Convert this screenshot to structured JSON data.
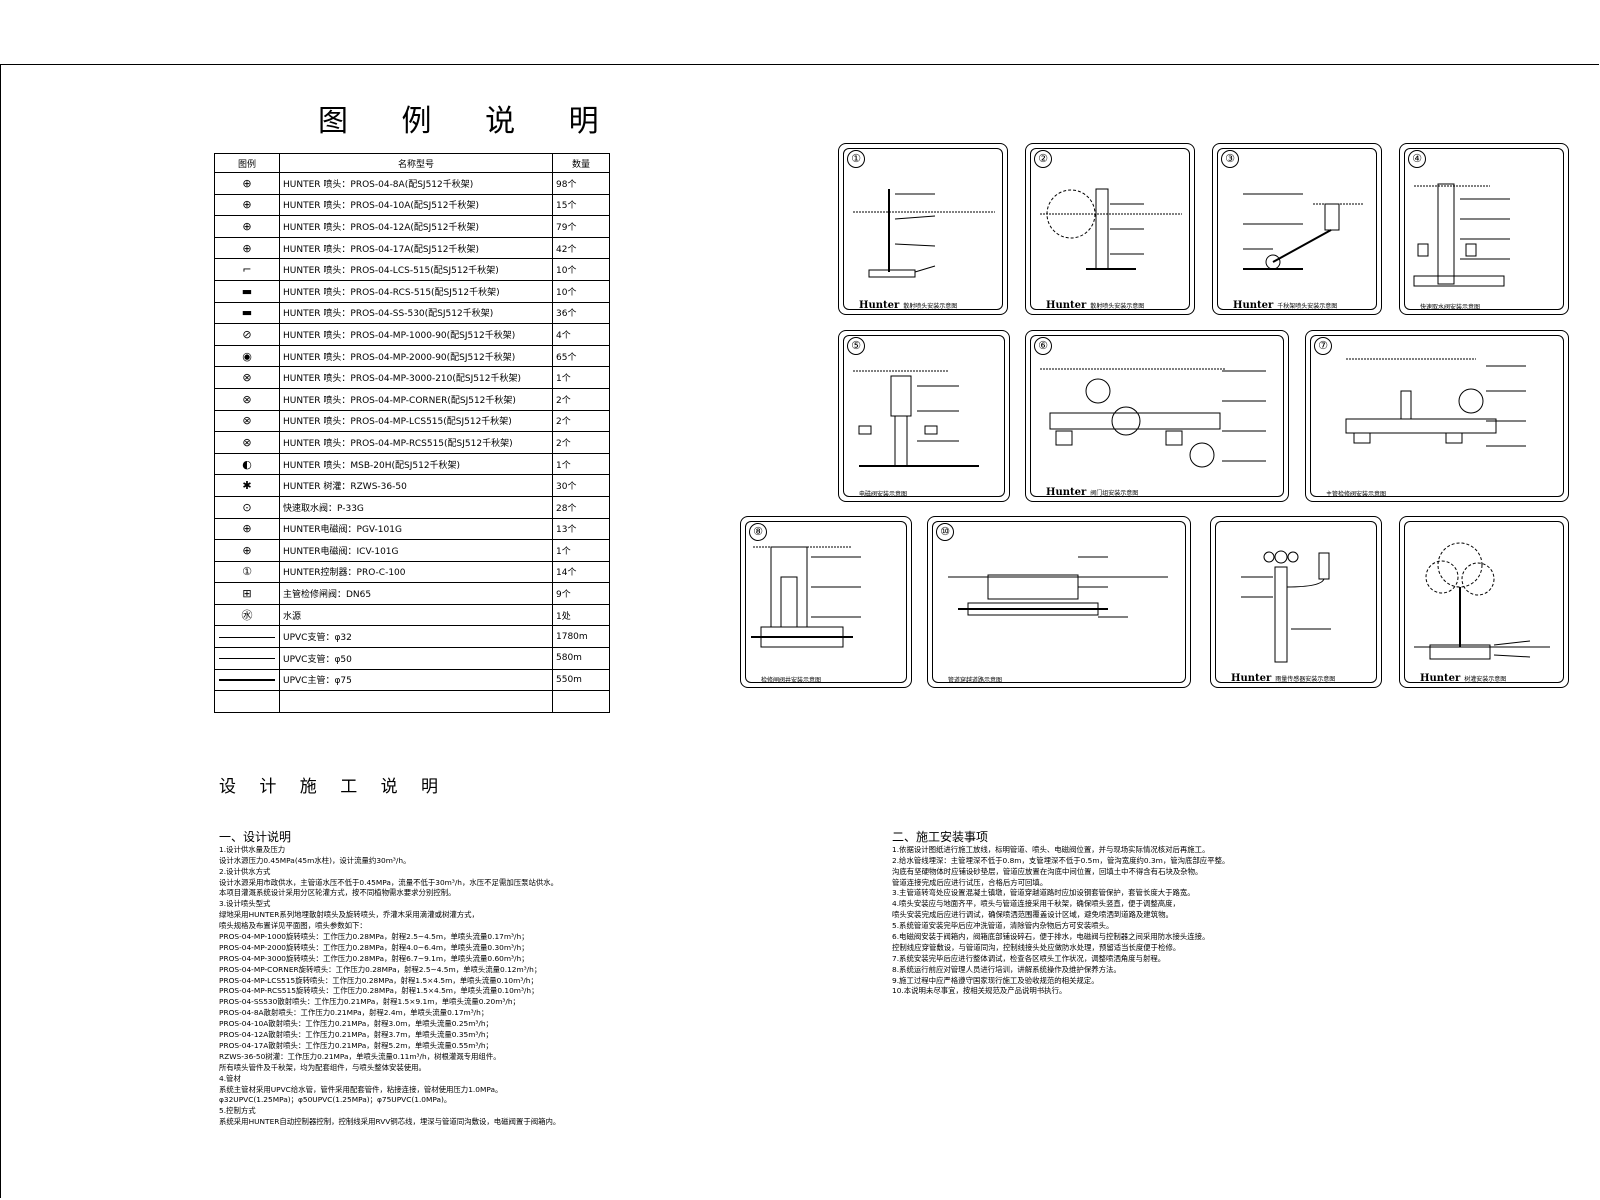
{
  "title": "图 例 说 明",
  "legend": {
    "headers": [
      "图例",
      "名称型号",
      "数量"
    ],
    "rows": [
      {
        "symbol": "⊕",
        "name": "HUNTER 喷头：PROS-04-8A(配SJ512千秋架)",
        "qty": "98个"
      },
      {
        "symbol": "⊕",
        "name": "HUNTER 喷头：PROS-04-10A(配SJ512千秋架)",
        "qty": "15个"
      },
      {
        "symbol": "⊕",
        "name": "HUNTER 喷头：PROS-04-12A(配SJ512千秋架)",
        "qty": "79个"
      },
      {
        "symbol": "⊕",
        "name": "HUNTER 喷头：PROS-04-17A(配SJ512千秋架)",
        "qty": "42个"
      },
      {
        "symbol": "⌐",
        "name": "HUNTER 喷头：PROS-04-LCS-515(配SJ512千秋架)",
        "qty": "10个"
      },
      {
        "symbol": "▬",
        "name": "HUNTER 喷头：PROS-04-RCS-515(配SJ512千秋架)",
        "qty": "10个"
      },
      {
        "symbol": "▬",
        "name": "HUNTER 喷头：PROS-04-SS-530(配SJ512千秋架)",
        "qty": "36个"
      },
      {
        "symbol": "⊘",
        "name": "HUNTER 喷头：PROS-04-MP-1000-90(配SJ512千秋架)",
        "qty": "4个"
      },
      {
        "symbol": "◉",
        "name": "HUNTER 喷头：PROS-04-MP-2000-90(配SJ512千秋架)",
        "qty": "65个"
      },
      {
        "symbol": "⊗",
        "name": "HUNTER 喷头：PROS-04-MP-3000-210(配SJ512千秋架)",
        "qty": "1个"
      },
      {
        "symbol": "⊗",
        "name": "HUNTER 喷头：PROS-04-MP-CORNER(配SJ512千秋架)",
        "qty": "2个"
      },
      {
        "symbol": "⊗",
        "name": "HUNTER 喷头：PROS-04-MP-LCS515(配SJ512千秋架)",
        "qty": "2个"
      },
      {
        "symbol": "⊗",
        "name": "HUNTER 喷头：PROS-04-MP-RCS515(配SJ512千秋架)",
        "qty": "2个"
      },
      {
        "symbol": "◐",
        "name": "HUNTER 喷头：MSB-20H(配SJ512千秋架)",
        "qty": "1个"
      },
      {
        "symbol": "✱",
        "name": "HUNTER 树灌：RZWS-36-50",
        "qty": "30个"
      },
      {
        "symbol": "⊙",
        "name": "快速取水阀：P-33G",
        "qty": "28个"
      },
      {
        "symbol": "⊕",
        "name": "HUNTER电磁阀：PGV-101G",
        "qty": "13个"
      },
      {
        "symbol": "⊕",
        "name": "HUNTER电磁阀：ICV-101G",
        "qty": "1个"
      },
      {
        "symbol": "①",
        "name": "HUNTER控制器：PRO-C-100",
        "qty": "14个"
      },
      {
        "symbol": "⊞",
        "name": "主管检修闸阀：DN65",
        "qty": "9个"
      },
      {
        "symbol": "㊌",
        "name": "水源",
        "qty": "1处"
      },
      {
        "symbol": "line",
        "name": "UPVC支管：φ32",
        "qty": "1780m"
      },
      {
        "symbol": "line",
        "name": "UPVC支管：φ50",
        "qty": "580m"
      },
      {
        "symbol": "thick",
        "name": "UPVC主管：φ75",
        "qty": "550m"
      },
      {
        "symbol": "",
        "name": "",
        "qty": ""
      }
    ]
  },
  "subtitle": "设 计 施 工 说 明",
  "design_notes": {
    "heading": "一、设计说明",
    "lines": [
      "1.设计供水量及压力",
      "设计水源压力0.45MPa(45m水柱)，设计流量约30m³/h。",
      "2.设计供水方式",
      "设计水源采用市政供水，主管道水压不低于0.45MPa，流量不低于30m³/h，水压不足需加压泵站供水。",
      "本项目灌溉系统设计采用分区轮灌方式，按不同植物需水要求分别控制。",
      "3.设计喷头型式",
      "绿地采用HUNTER系列地埋散射喷头及旋转喷头，乔灌木采用滴灌或树灌方式，",
      "喷头规格及布置详见平面图，喷头参数如下：",
      "PROS-04-MP-1000旋转喷头：工作压力0.28MPa，射程2.5~4.5m，单喷头流量0.17m³/h；",
      "PROS-04-MP-2000旋转喷头：工作压力0.28MPa，射程4.0~6.4m，单喷头流量0.30m³/h；",
      "PROS-04-MP-3000旋转喷头：工作压力0.28MPa，射程6.7~9.1m，单喷头流量0.60m³/h；",
      "PROS-04-MP-CORNER旋转喷头：工作压力0.28MPa，射程2.5~4.5m，单喷头流量0.12m³/h；",
      "PROS-04-MP-LCS515旋转喷头：工作压力0.28MPa，射程1.5×4.5m，单喷头流量0.10m³/h；",
      "PROS-04-MP-RCS515旋转喷头：工作压力0.28MPa，射程1.5×4.5m，单喷头流量0.10m³/h；",
      "PROS-04-SS530散射喷头：工作压力0.21MPa，射程1.5×9.1m，单喷头流量0.20m³/h；",
      "PROS-04-8A散射喷头：工作压力0.21MPa，射程2.4m，单喷头流量0.17m³/h；",
      "PROS-04-10A散射喷头：工作压力0.21MPa，射程3.0m，单喷头流量0.25m³/h；",
      "PROS-04-12A散射喷头：工作压力0.21MPa，射程3.7m，单喷头流量0.35m³/h；",
      "PROS-04-17A散射喷头：工作压力0.21MPa，射程5.2m，单喷头流量0.55m³/h；",
      "RZWS-36-50树灌：工作压力0.21MPa，单喷头流量0.11m³/h，树根灌溉专用组件。",
      "所有喷头管件及千秋架，均为配套组件，与喷头整体安装使用。",
      "4.管材",
      "系统主管材采用UPVC给水管，管件采用配套管件，粘接连接，管材使用压力1.0MPa。",
      "φ32UPVC(1.25MPa)；φ50UPVC(1.25MPa)；φ75UPVC(1.0MPa)。",
      "5.控制方式",
      "系统采用HUNTER自动控制器控制，控制线采用RVV铜芯线，埋深与管道同沟敷设，电磁阀置于阀箱内。"
    ]
  },
  "construction_notes": {
    "heading": "二、施工安装事项",
    "lines": [
      "1.依据设计图纸进行施工放线，标明管道、喷头、电磁阀位置，并与现场实际情况核对后再施工。",
      "2.给水管线埋深：主管埋深不低于0.8m，支管埋深不低于0.5m，管沟宽度约0.3m，管沟底部应平整。",
      "沟底有坚硬物体时应铺设砂垫层，管道应放置在沟底中间位置，回填土中不得含有石块及杂物。",
      "管道连接完成后应进行试压，合格后方可回填。",
      "3.主管道转弯处应设置混凝土镇墩，管道穿越道路时应加设钢套管保护，套管长度大于路宽。",
      "4.喷头安装应与地面齐平，喷头与管道连接采用千秋架，确保喷头竖直，便于调整高度，",
      "喷头安装完成后应进行调试，确保喷洒范围覆盖设计区域，避免喷洒到道路及建筑物。",
      "5.系统管道安装完毕后应冲洗管道，清除管内杂物后方可安装喷头。",
      "6.电磁阀安装于阀箱内，阀箱底部铺设碎石，便于排水，电磁阀与控制器之间采用防水接头连接。",
      "控制线应穿管敷设，与管道同沟，控制线接头处应做防水处理，预留适当长度便于检修。",
      "7.系统安装完毕后应进行整体调试，检查各区喷头工作状况，调整喷洒角度与射程。",
      "8.系统运行前应对管理人员进行培训，讲解系统操作及维护保养方法。",
      "9.施工过程中应严格遵守国家现行施工及验收规范的相关规定。",
      "10.本说明未尽事宜，按相关规范及产品说明书执行。"
    ]
  },
  "details": {
    "brand": "Hunter",
    "panels": [
      {
        "num": "①",
        "caption": "散射喷头安装示意图"
      },
      {
        "num": "②",
        "caption": "散射喷头安装示意图"
      },
      {
        "num": "③",
        "caption": "千秋架喷头安装示意图"
      },
      {
        "num": "④",
        "caption": "快速取水阀安装示意图"
      },
      {
        "num": "⑤",
        "caption": "电磁阀安装示意图"
      },
      {
        "num": "⑥",
        "caption": "阀门组安装示意图"
      },
      {
        "num": "⑦",
        "caption": "主管检修阀安装示意图"
      },
      {
        "num": "⑧",
        "caption": "检修闸阀井安装示意图"
      },
      {
        "num": "⑩",
        "caption": "管道穿越道路示意图"
      },
      {
        "num": "",
        "caption": "雨量传感器安装示意图"
      },
      {
        "num": "",
        "caption": "树灌安装示意图"
      }
    ]
  }
}
